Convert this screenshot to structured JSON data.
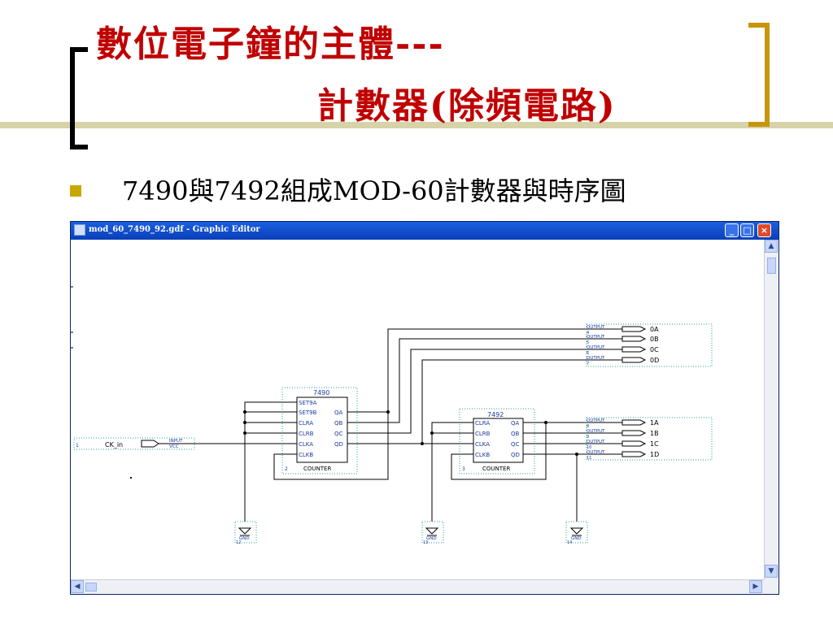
{
  "slide": {
    "title_line1": "數位電子鐘的主體---",
    "title_line2": "計數器(除頻電路)",
    "bullet": "7490與7492組成MOD-60計數器與時序圖",
    "title_color": "#c00000",
    "bullet_color": "#c8a800"
  },
  "window": {
    "title": "mod_60_7490_92.gdf - Graphic Editor",
    "btn_min": "_",
    "btn_max": "□",
    "btn_close": "×",
    "scroll_up": "▲",
    "scroll_down": "▼",
    "scroll_left": "◀",
    "scroll_right": "▶"
  },
  "schematic": {
    "input_pin": {
      "name": "CK_in",
      "type": "INPUT",
      "subtype": "VCC",
      "number": "1"
    },
    "counter1": {
      "part": "7490",
      "label": "COUNTER",
      "number": "2",
      "pins_left": [
        "SET9A",
        "SET9B",
        "CLRA",
        "CLRB",
        "CLKA",
        "CLKB"
      ],
      "pins_right": [
        "QA",
        "QB",
        "QC",
        "QD"
      ]
    },
    "counter2": {
      "part": "7492",
      "label": "COUNTER",
      "number": "3",
      "pins_left": [
        "CLRA",
        "CLRB",
        "CLKA",
        "CLKB"
      ],
      "pins_right": [
        "QA",
        "QB",
        "QC",
        "QD"
      ]
    },
    "outputs_ones": [
      {
        "type": "OUTPUT",
        "name": "0A",
        "number": "4"
      },
      {
        "type": "OUTPUT",
        "name": "0B",
        "number": "5"
      },
      {
        "type": "OUTPUT",
        "name": "0C",
        "number": "6"
      },
      {
        "type": "OUTPUT",
        "name": "0D",
        "number": "7"
      }
    ],
    "outputs_tens": [
      {
        "type": "OUTPUT",
        "name": "1A",
        "number": "8"
      },
      {
        "type": "OUTPUT",
        "name": "1B",
        "number": "9"
      },
      {
        "type": "OUTPUT",
        "name": "1C",
        "number": "10"
      },
      {
        "type": "OUTPUT",
        "name": "1D",
        "number": "11"
      }
    ],
    "gnd_symbols": [
      {
        "label": "GND",
        "number": "12"
      },
      {
        "label": "GND",
        "number": "13"
      },
      {
        "label": "GND",
        "number": "14"
      }
    ],
    "colors": {
      "wire": "#000000",
      "pin_text": "#1a3aa0",
      "part_label": "#1a3aa0",
      "dotted_frame": "#2aa0a0"
    }
  }
}
